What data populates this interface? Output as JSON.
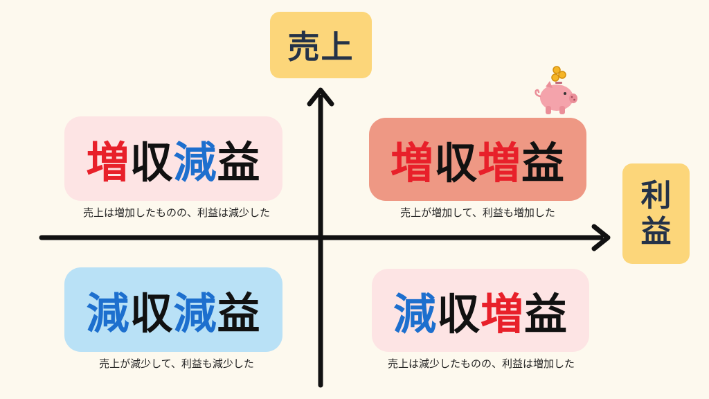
{
  "axes": {
    "y_label": "売上",
    "x_label_line1": "利",
    "x_label_line2": "益"
  },
  "quadrants": {
    "top_left": {
      "chars": [
        {
          "text": "増",
          "color": "red"
        },
        {
          "text": "収",
          "color": "black"
        },
        {
          "text": "減",
          "color": "blue"
        },
        {
          "text": "益",
          "color": "black"
        }
      ],
      "description": "売上は増加したものの、利益は減少した"
    },
    "top_right": {
      "chars": [
        {
          "text": "増",
          "color": "red"
        },
        {
          "text": "収",
          "color": "black"
        },
        {
          "text": "増",
          "color": "red"
        },
        {
          "text": "益",
          "color": "black"
        }
      ],
      "description": "売上が増加して、利益も増加した"
    },
    "bottom_left": {
      "chars": [
        {
          "text": "減",
          "color": "blue"
        },
        {
          "text": "収",
          "color": "black"
        },
        {
          "text": "減",
          "color": "blue"
        },
        {
          "text": "益",
          "color": "black"
        }
      ],
      "description": "売上が減少して、利益も減少した"
    },
    "bottom_right": {
      "chars": [
        {
          "text": "減",
          "color": "blue"
        },
        {
          "text": "収",
          "color": "black"
        },
        {
          "text": "増",
          "color": "red"
        },
        {
          "text": "益",
          "color": "black"
        }
      ],
      "description": "売上は減少したものの、利益は増加した"
    }
  },
  "colors": {
    "red": "#e8202a",
    "blue": "#1d6fce",
    "black": "#111111",
    "axis_box": "#fcd67a",
    "top_right_box": "#ee9884",
    "pink_box": "#fde4e4",
    "blue_box": "#b9e1f6"
  },
  "decorations": {
    "pig": "piggy-bank-with-coins-icon"
  }
}
